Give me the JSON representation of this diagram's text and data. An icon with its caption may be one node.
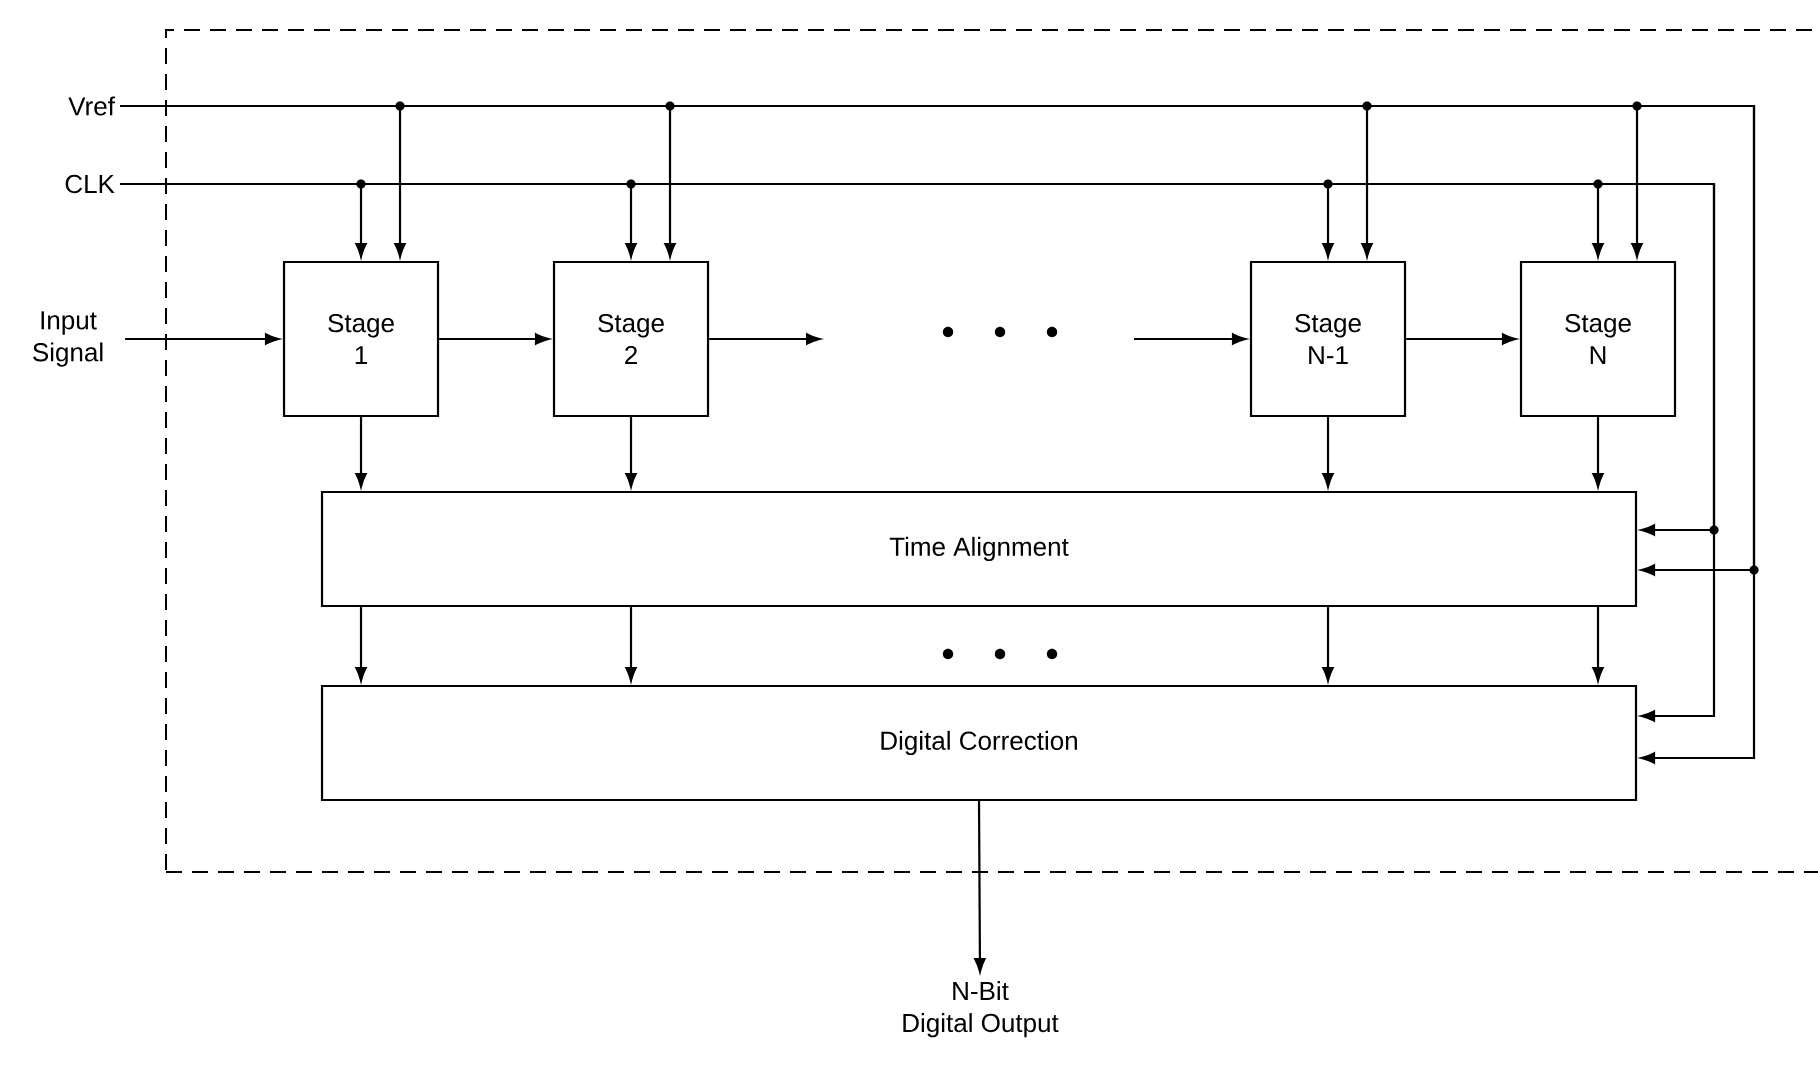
{
  "diagram": {
    "nodes": [
      {
        "text": [],
        "shape": "box"
      },
      {
        "text": [
          "Vref"
        ]
      },
      {
        "text": [
          "CLK"
        ]
      },
      {
        "text": [
          "Input Signal"
        ]
      },
      {
        "text": [
          "Stage 1"
        ],
        "in": 0
      },
      {
        "text": [
          "Stage 2"
        ],
        "in": 0
      },
      {
        "text": [
          "Stage N-1"
        ],
        "in": 0
      },
      {
        "text": [
          "Stage N"
        ],
        "in": 0
      },
      {
        "text": [
          "Time Alignment"
        ],
        "in": 0
      },
      {
        "text": [
          "Digital Correction"
        ],
        "in": 0
      },
      {
        "text": [
          "N-Bit",
          "Digital Output"
        ]
      }
    ],
    "edges": [
      {
        "from": 1,
        "to": 4,
        "arrow": "to"
      },
      {
        "from": 1,
        "to": 5,
        "arrow": "to"
      },
      {
        "from": 1,
        "to": 6,
        "arrow": "to"
      },
      {
        "from": 1,
        "to": 7,
        "arrow": "to"
      },
      {
        "from": 1,
        "to": 8,
        "arrow": "to"
      },
      {
        "from": 1,
        "to": 9,
        "arrow": "to"
      },
      {
        "from": 2,
        "to": 4,
        "arrow": "to"
      },
      {
        "from": 2,
        "to": 5,
        "arrow": "to"
      },
      {
        "from": 2,
        "to": 6,
        "arrow": "to"
      },
      {
        "from": 2,
        "to": 7,
        "arrow": "to"
      },
      {
        "from": 2,
        "to": 8,
        "arrow": "to"
      },
      {
        "from": 2,
        "to": 9,
        "arrow": "to"
      },
      {
        "from": 3,
        "to": 4,
        "arrow": "to"
      },
      {
        "from": 4,
        "to": 5,
        "arrow": "to"
      },
      {
        "from": 5,
        "to": null,
        "arrow": "to"
      },
      {
        "from": null,
        "to": 6,
        "arrow": "to"
      },
      {
        "from": 6,
        "to": 7,
        "arrow": "to"
      },
      {
        "from": 4,
        "to": 8,
        "arrow": "to"
      },
      {
        "from": 5,
        "to": 8,
        "arrow": "to"
      },
      {
        "from": 6,
        "to": 8,
        "arrow": "to"
      },
      {
        "from": 7,
        "to": 8,
        "arrow": "to"
      },
      {
        "from": 8,
        "to": 9,
        "arrow": "to"
      },
      {
        "from": 8,
        "to": 9,
        "arrow": "to"
      },
      {
        "from": 8,
        "to": 9,
        "arrow": "to"
      },
      {
        "from": 8,
        "to": 9,
        "arrow": "to"
      },
      {
        "from": 9,
        "to": 10,
        "arrow": "to"
      }
    ]
  }
}
